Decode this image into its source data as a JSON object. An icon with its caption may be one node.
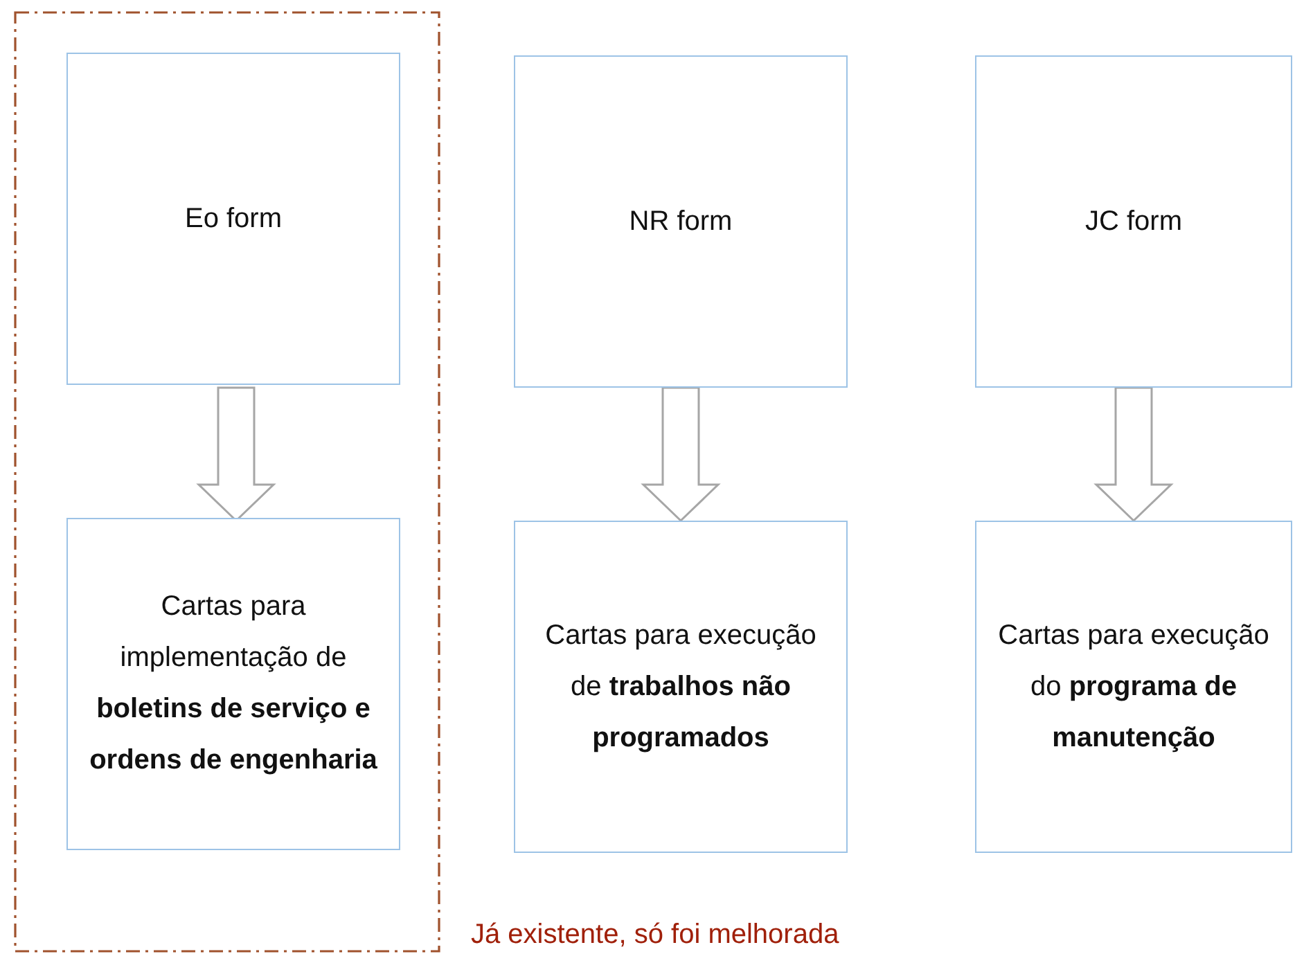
{
  "diagram": {
    "nodes": [
      {
        "text": [],
        "shape": "box",
        "beside": [
          "Já existente, só foi melhorada"
        ]
      },
      {
        "text": [
          "Eo form"
        ],
        "in": 0
      },
      {
        "text": [
          "Cartas para implementação de **boletins de serviço e ordens de engenharia**"
        ],
        "in": 0
      },
      {
        "text": [
          "NR form"
        ]
      },
      {
        "text": [
          "Cartas para execução de **trabalhos não programados**"
        ]
      },
      {
        "text": [
          "JC form"
        ]
      },
      {
        "text": [
          "Cartas para execução do **programa de manutenção**"
        ]
      }
    ],
    "edges": [
      {
        "from": 1,
        "to": 2,
        "arrow": "to"
      },
      {
        "from": 3,
        "to": 4,
        "arrow": "to"
      },
      {
        "from": 5,
        "to": 6,
        "arrow": "to"
      }
    ]
  }
}
